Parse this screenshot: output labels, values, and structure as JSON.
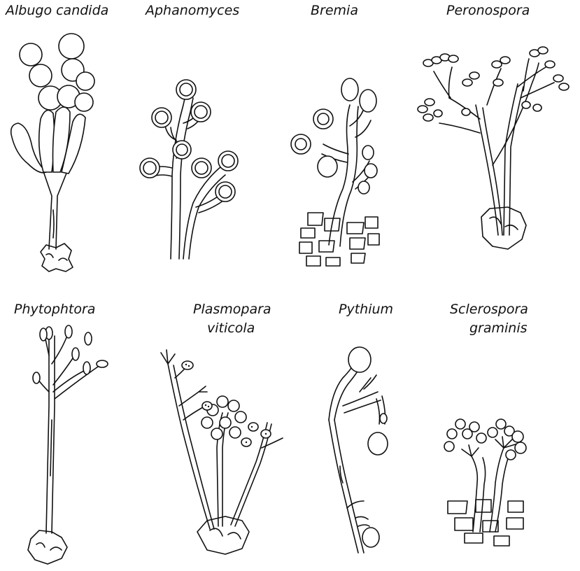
{
  "panels": [
    {
      "id": "albugo",
      "lines": [
        "Albugo candida"
      ]
    },
    {
      "id": "aphanomyces",
      "lines": [
        "Aphanomyces"
      ]
    },
    {
      "id": "bremia",
      "lines": [
        "Bremia"
      ]
    },
    {
      "id": "peronospora",
      "lines": [
        "Peronospora"
      ]
    },
    {
      "id": "phytophtora",
      "lines": [
        "Phytophtora"
      ]
    },
    {
      "id": "plasmopara",
      "lines": [
        "Plasmopara",
        "viticola"
      ]
    },
    {
      "id": "pythium",
      "lines": [
        "Pythium"
      ]
    },
    {
      "id": "sclerospora",
      "lines": [
        "Sclerospora",
        "graminis"
      ]
    }
  ],
  "colors": {
    "ink": "#111111",
    "background": "#ffffff"
  }
}
